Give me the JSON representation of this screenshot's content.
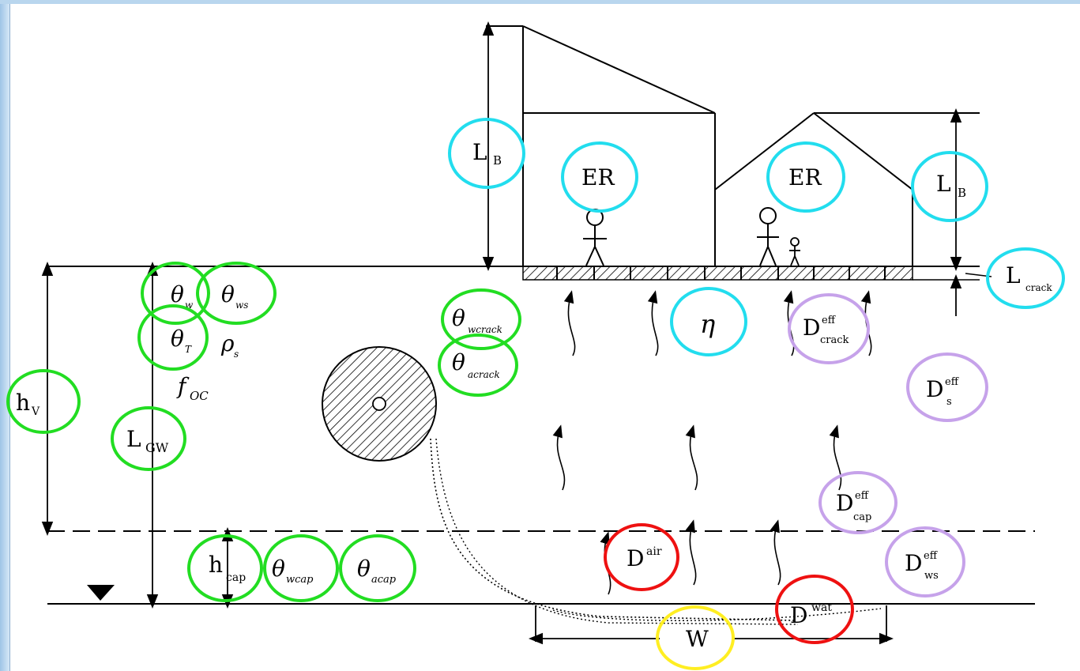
{
  "colors": {
    "green": "#22dd22",
    "cyan": "#22ddee",
    "purple": "#c6a2ea",
    "red": "#ee1111",
    "yellow": "#ffee22",
    "line": "#000000"
  },
  "labels": {
    "theta": "θ",
    "rho": "ρ",
    "eta": "η",
    "f": "f",
    "D": "D",
    "L": "L",
    "h": "h",
    "W": "W",
    "ER": "ER",
    "sub_ws": "ws",
    "sub_w": "w",
    "sub_T": "T",
    "sub_s": "s",
    "sub_OC": "OC",
    "sub_V": "V",
    "sub_GW": "GW",
    "sub_B": "B",
    "sub_crack": "crack",
    "sub_wcrack": "wcrack",
    "sub_acrack": "acrack",
    "sub_cap": "cap",
    "sub_wcap": "wcap",
    "sub_acap": "acap",
    "sub_ws_cap": "ws",
    "sup_eff": "eff",
    "sup_air": "air",
    "sup_wat": "wat"
  }
}
